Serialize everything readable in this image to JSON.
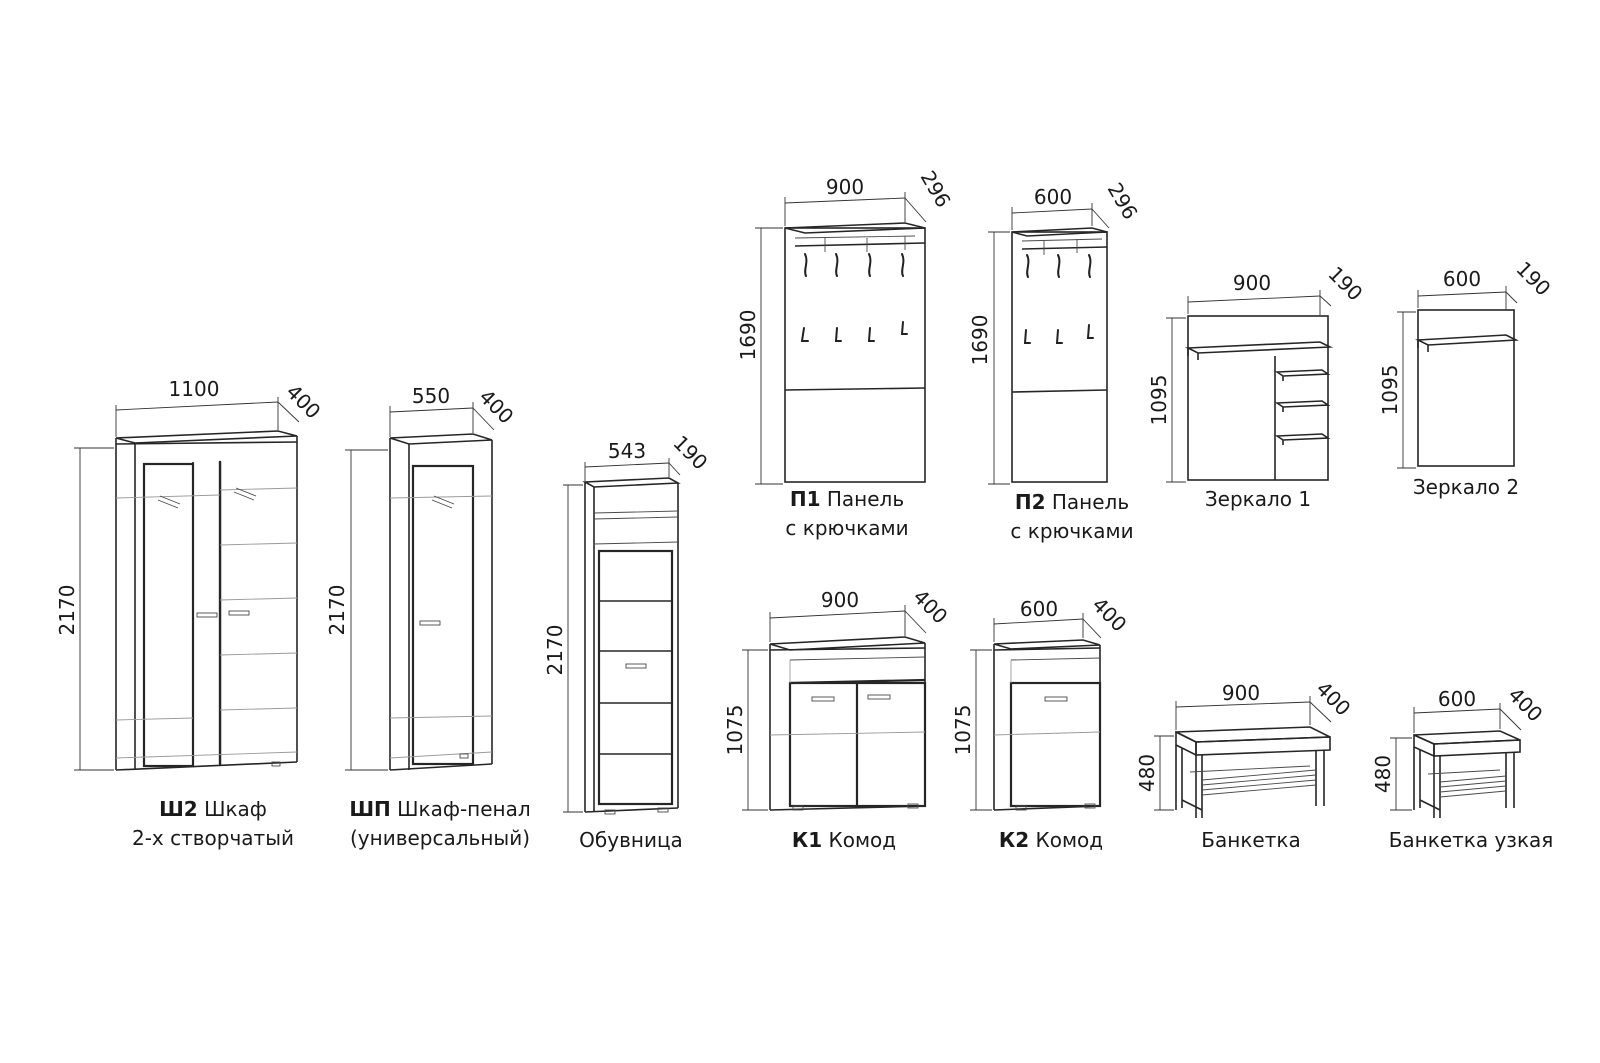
{
  "items": {
    "sh2": {
      "code": "Ш2",
      "name": "Шкаф",
      "line2": "2-х створчатый",
      "width": "1100",
      "depth": "400",
      "height": "2170"
    },
    "shp": {
      "code": "ШП",
      "name": "Шкаф-пенал",
      "line2": "(универсальный)",
      "width": "550",
      "depth": "400",
      "height": "2170"
    },
    "obuv": {
      "name": "Обувница",
      "width": "543",
      "depth": "190",
      "height": "2170"
    },
    "p1": {
      "code": "П1",
      "name": "Панель",
      "line2": "с крючками",
      "width": "900",
      "depth": "296",
      "height": "1690"
    },
    "p2": {
      "code": "П2",
      "name": "Панель",
      "line2": "с крючками",
      "width": "600",
      "depth": "296",
      "height": "1690"
    },
    "z1": {
      "name": "Зеркало 1",
      "width": "900",
      "depth": "190",
      "height": "1095"
    },
    "z2": {
      "name": "Зеркало 2",
      "width": "600",
      "depth": "190",
      "height": "1095"
    },
    "k1": {
      "code": "К1",
      "name": "Комод",
      "width": "900",
      "depth": "400",
      "height": "1075"
    },
    "k2": {
      "code": "К2",
      "name": "Комод",
      "width": "600",
      "depth": "400",
      "height": "1075"
    },
    "bank": {
      "name": "Банкетка",
      "width": "900",
      "depth": "400",
      "height": "480"
    },
    "bankn": {
      "name": "Банкетка узкая",
      "width": "600",
      "depth": "400",
      "height": "480"
    }
  }
}
